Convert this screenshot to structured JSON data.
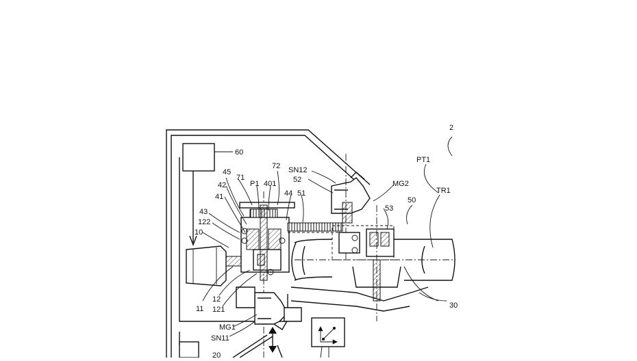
{
  "figure": {
    "reference_numerals": {
      "n2": "2",
      "pt1": "PT1",
      "tr1": "TR1",
      "n50": "50",
      "n53": "53",
      "mg2": "MG2",
      "sn12": "SN12",
      "n52": "52",
      "n72": "72",
      "n401": "401",
      "p1": "P1",
      "n71": "71",
      "n45": "45",
      "n42": "42",
      "n41": "41",
      "n44": "44",
      "n51": "51",
      "n60": "60",
      "n43": "43",
      "n122": "122",
      "n10": "10",
      "n11": "11",
      "n12": "12",
      "n121": "121",
      "mg1": "MG1",
      "sn11": "SN11",
      "n30": "30",
      "n20": "20"
    }
  }
}
